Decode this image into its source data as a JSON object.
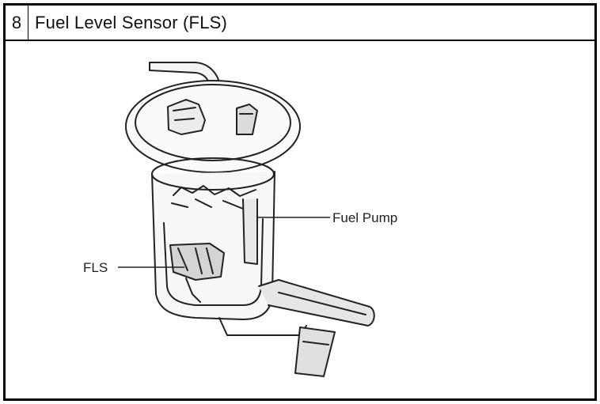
{
  "header": {
    "number": "8",
    "title": "Fuel Level Sensor (FLS)"
  },
  "figure": {
    "labels": {
      "fuel_pump": "Fuel Pump",
      "fls": "FLS"
    }
  }
}
